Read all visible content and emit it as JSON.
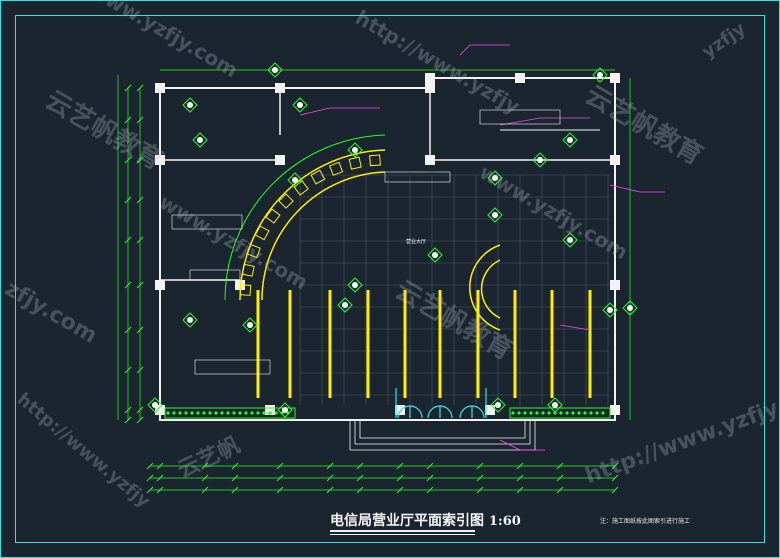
{
  "drawing": {
    "title": "电信局营业厅平面索引图",
    "scale": "1:60",
    "note": "注：施工图纸按此图索引进行施工"
  },
  "watermarks": {
    "url": "www.yzfjy.com",
    "url_alt": "http://www.yzfjy",
    "brand": "云艺帆教育",
    "brand_short": "云艺帆",
    "domain_tail": "zfjy.com",
    "domain_frag": "yzfjy"
  },
  "labels": {
    "hall": "营业大厅"
  },
  "colors": {
    "background": "#1b2530",
    "frame": "#2ee6e6",
    "wall": "#f2f2f2",
    "furniture": "#ffee00",
    "grid": "#4a5a66",
    "dimension": "#22ff22",
    "magenta": "#ff44ff"
  }
}
